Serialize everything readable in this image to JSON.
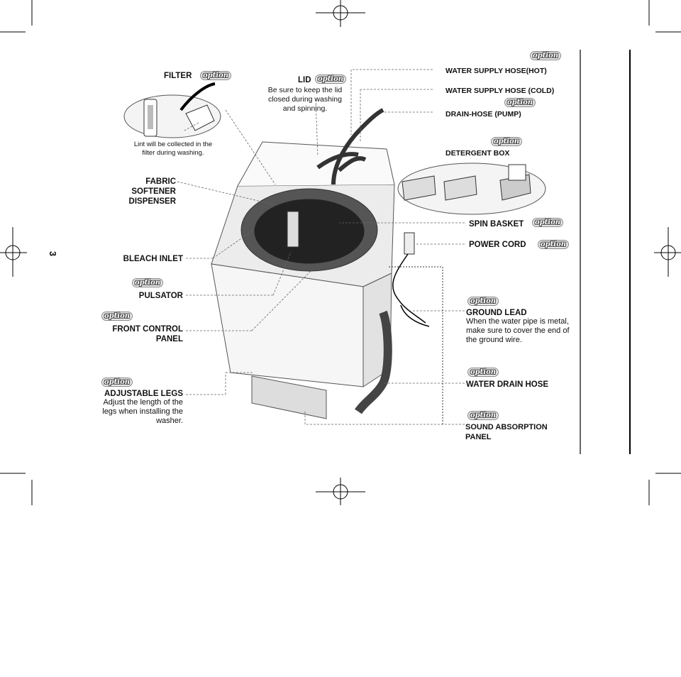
{
  "page_number": "3",
  "option_badge": "option",
  "labels": {
    "filter": "FILTER",
    "filter_note": "Lint will be collected in the filter during washing.",
    "lid": "LID",
    "lid_note": "Be sure to keep the lid closed during washing and spinning.",
    "fabric_softener": "FABRIC SOFTENER DISPENSER",
    "bleach_inlet": "BLEACH INLET",
    "pulsator": "PULSATOR",
    "front_control_panel": "FRONT CONTROL PANEL",
    "adjustable_legs": "ADJUSTABLE LEGS",
    "adjustable_legs_note": "Adjust the length of the legs when installing the washer.",
    "water_supply_hot": "WATER SUPPLY HOSE(HOT)",
    "water_supply_cold": "WATER SUPPLY HOSE (COLD)",
    "drain_hose_pump": "DRAIN-HOSE (PUMP)",
    "detergent_box": "DETERGENT BOX",
    "spin_basket": "SPIN BASKET",
    "power_cord": "POWER CORD",
    "ground_lead": "GROUND LEAD",
    "ground_lead_note": "When the water pipe is metal, make sure to cover the end of the ground wire.",
    "water_drain_hose": "WATER DRAIN HOSE",
    "sound_absorption_panel": "SOUND ABSORPTION PANEL"
  }
}
